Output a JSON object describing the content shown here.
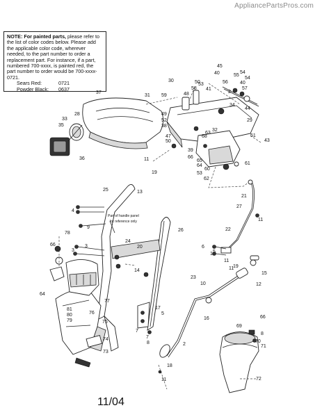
{
  "site_watermark": "AppliancePartsPros.com",
  "note": {
    "lead": "NOTE: For painted parts,",
    "body": " please refer to the list of color codes below. Please add the applicable color code, wherever needed, to the part number to order a replacement part. For instance, if a part, numbered 700-xxxx, is painted red, the part number to order would be 700-xxxx-0721.",
    "codes": [
      {
        "name": "Sears Red:",
        "code": "0721"
      },
      {
        "name": "Powder Black:",
        "code": "0637"
      }
    ]
  },
  "panel_note": "Part of handle panel for reference only",
  "footer_date": "11/04",
  "callouts": [
    "45",
    "40",
    "55",
    "54",
    "54",
    "30",
    "50",
    "56",
    "40",
    "57",
    "58",
    "53",
    "2",
    "34",
    "41",
    "44",
    "31",
    "59",
    "48",
    "37",
    "52",
    "38",
    "49",
    "33",
    "28",
    "35",
    "36",
    "51",
    "29",
    "32",
    "63",
    "68",
    "43",
    "47",
    "50",
    "39",
    "66",
    "64",
    "53",
    "62",
    "65",
    "61",
    "11",
    "19",
    "60",
    "4",
    "25",
    "13",
    "3",
    "26",
    "21",
    "27",
    "11",
    "1",
    "11",
    "22",
    "9",
    "3",
    "14",
    "20",
    "24",
    "6",
    "5",
    "15",
    "19",
    "12",
    "11",
    "17",
    "5",
    "7",
    "8",
    "10",
    "23",
    "16",
    "2",
    "71",
    "8",
    "70",
    "69",
    "66",
    "64",
    "66",
    "76",
    "78",
    "73",
    "75",
    "74",
    "79",
    "80",
    "81",
    "7",
    "11",
    "18",
    "72",
    "77"
  ]
}
